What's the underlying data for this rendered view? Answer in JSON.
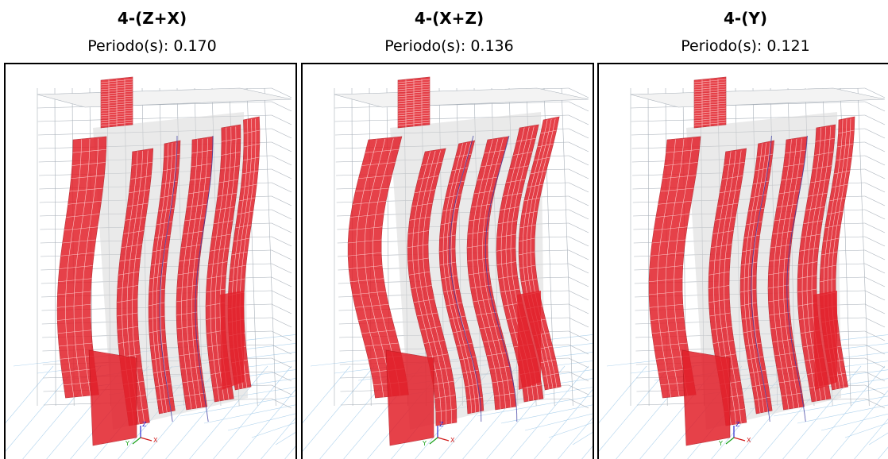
{
  "modes": [
    {
      "title": "4-(Z+X)",
      "period_label": "Periodo(s): 0.170",
      "period_value": 0.17
    },
    {
      "title": "4-(X+Z)",
      "period_label": "Periodo(s): 0.136",
      "period_value": 0.136
    },
    {
      "title": "4-(Y)",
      "period_label": "Periodo(s): 0.121",
      "period_value": 0.121
    }
  ],
  "axis_triad": {
    "z": "Z",
    "x": "X",
    "y": "Y"
  },
  "colors": {
    "shear_wall": "#e2202a",
    "shear_wall_mesh": "#ffd6d6",
    "slab": "#d9d9d9",
    "frame_lines": "#9aa3ad",
    "base_grid": "#9bc7e8",
    "column_line": "#3a3aa0",
    "panel_border": "#000000"
  },
  "icons": [
    "building-model-icon",
    "axis-triad-icon"
  ]
}
